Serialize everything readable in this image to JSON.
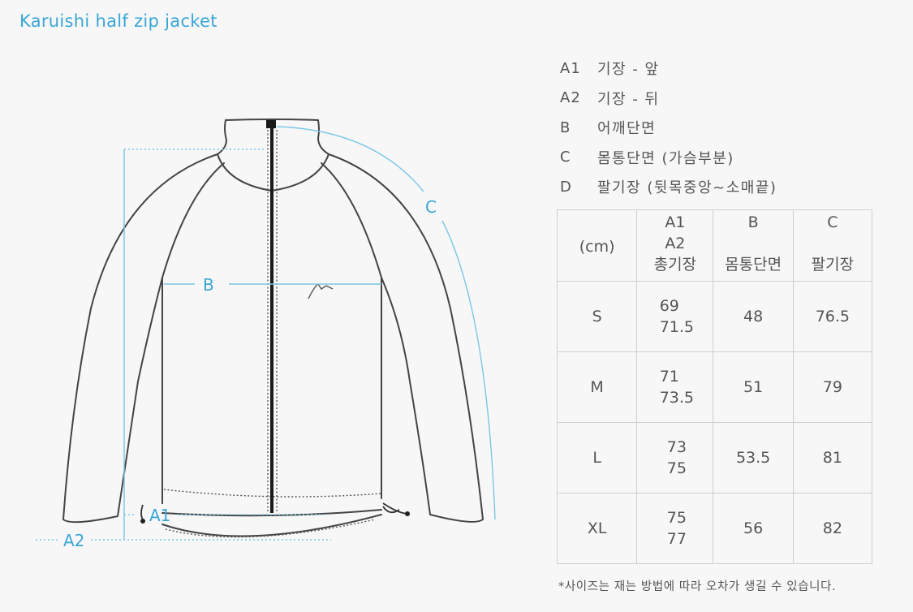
{
  "title": "Karuishi half zip jacket",
  "diagram": {
    "labels": {
      "a1": "A1",
      "a2": "A2",
      "b": "B",
      "c": "C"
    },
    "colors": {
      "measure": "#7cc6e6",
      "label": "#3aa6d6",
      "outline": "#444444",
      "zipper": "#1a1a1a"
    }
  },
  "legend": [
    {
      "key": "A1",
      "text": "기장 - 앞"
    },
    {
      "key": "A2",
      "text": "기장 - 뒤"
    },
    {
      "key": "B",
      "text": "어깨단면"
    },
    {
      "key": "C",
      "text": "몸통단면 (가슴부분)"
    },
    {
      "key": "D",
      "text": "팔기장 (뒷목중앙~소매끝)"
    }
  ],
  "table": {
    "unit": "(cm)",
    "headers": [
      {
        "key1": "A1",
        "key2": "A2",
        "name": "총기장"
      },
      {
        "key1": "B",
        "key2": "",
        "name": "몸통단면"
      },
      {
        "key1": "C",
        "key2": "",
        "name": "팔기장"
      }
    ],
    "rows": [
      {
        "size": "S",
        "a1": "69",
        "a2": "71.5",
        "b": "48",
        "c": "76.5"
      },
      {
        "size": "M",
        "a1": "71",
        "a2": "73.5",
        "b": "51",
        "c": "79"
      },
      {
        "size": "L",
        "a1": "73",
        "a2": "75",
        "b": "53.5",
        "c": "81"
      },
      {
        "size": "XL",
        "a1": "75",
        "a2": "77",
        "b": "56",
        "c": "82"
      }
    ]
  },
  "note": "*사이즈는 재는 방법에 따라 오차가 생길 수 있습니다."
}
